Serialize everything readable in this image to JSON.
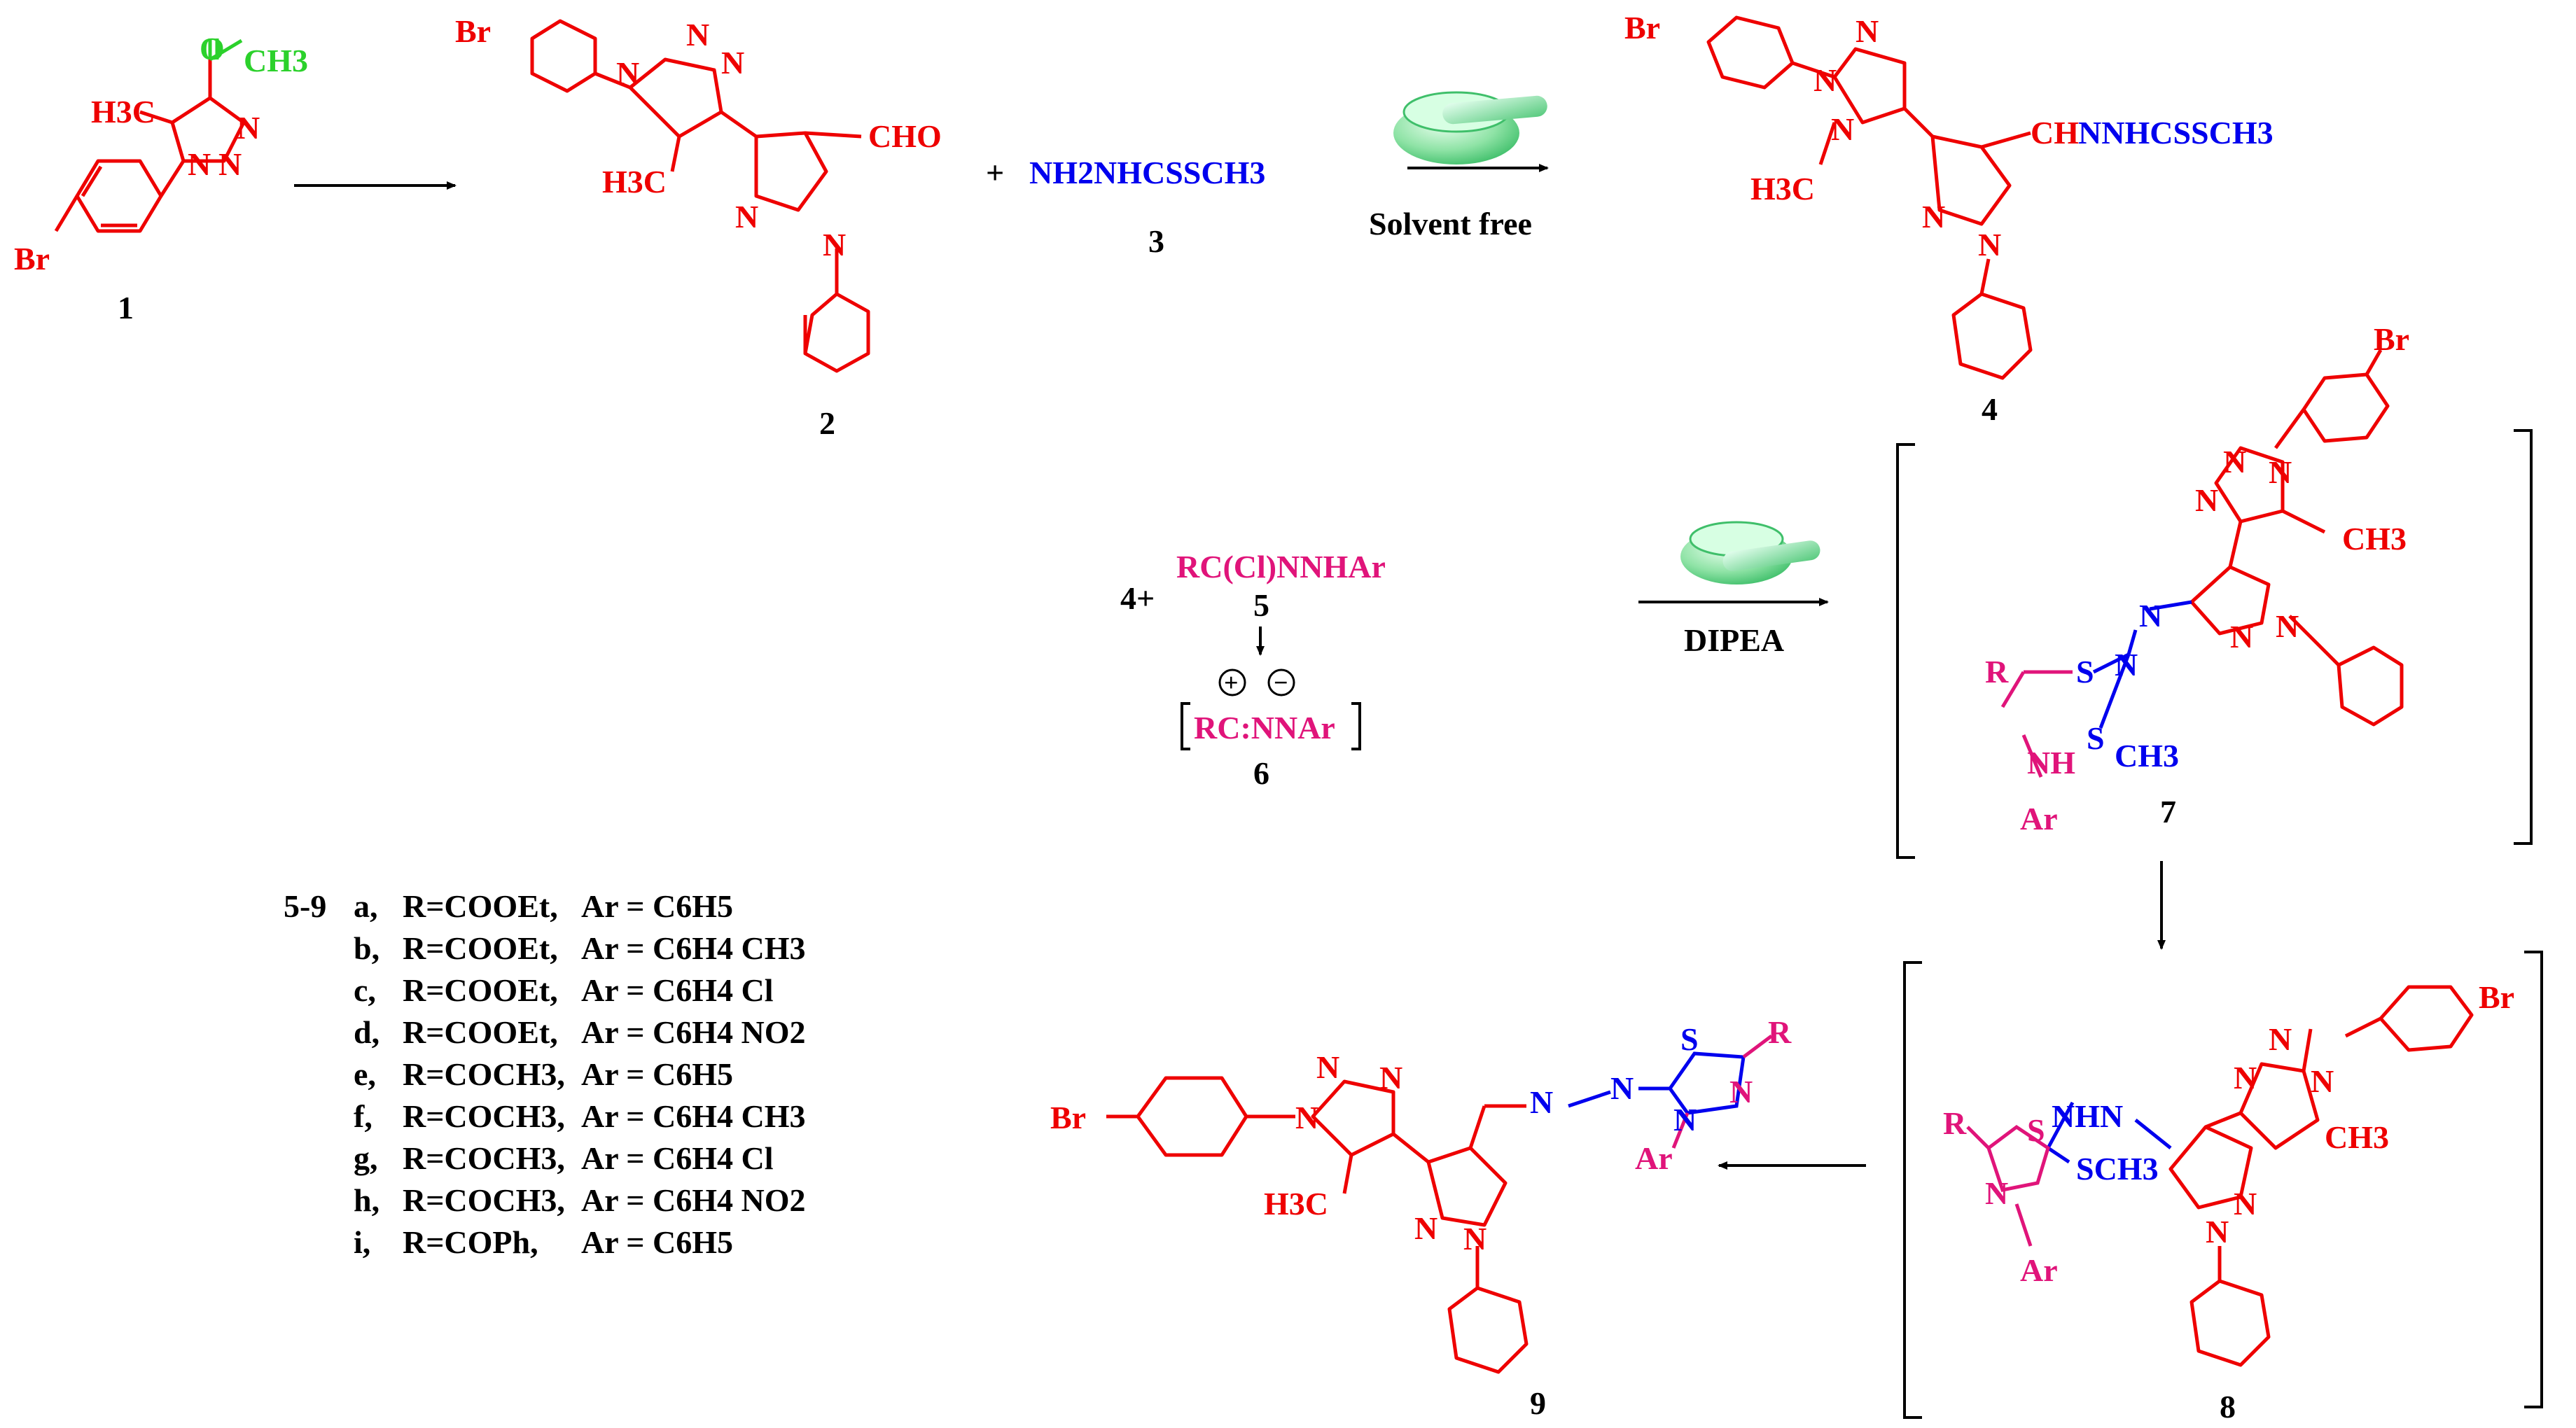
{
  "colors": {
    "red": "#ee0000",
    "blue": "#0000ee",
    "pink": "#e0147a",
    "green": "#2bd12b",
    "black": "#000000"
  },
  "compounds": {
    "c1": {
      "number": "1",
      "atoms": {
        "br": "Br",
        "ch3_top": "CH3",
        "o": "O",
        "h3c": "H3C",
        "n_a": "N",
        "n_b": "N",
        "n_c": "N"
      }
    },
    "c2": {
      "number": "2",
      "atoms": {
        "br": "Br",
        "cho": "CHO",
        "h3c": "H3C",
        "n_a": "N",
        "n_b": "N",
        "n_c": "N",
        "n_d": "N",
        "n_e": "N"
      }
    },
    "c3": {
      "number": "3",
      "formula": "NH2NHCSSCH3"
    },
    "c4": {
      "number": "4",
      "atoms": {
        "br": "Br",
        "chn": "CH",
        "side": "NNHCSSCH3",
        "h3c": "H3C",
        "n_a": "N",
        "n_b": "N",
        "n_c": "N",
        "n_d": "N",
        "n_e": "N"
      }
    },
    "c5": {
      "number": "5",
      "formula": "RC(Cl)NNHAr"
    },
    "c6": {
      "number": "6",
      "formula": "RC:NNAr",
      "charges": [
        "+",
        "−"
      ]
    },
    "c7": {
      "number": "7",
      "atoms": {
        "br": "Br",
        "ch3": "CH3",
        "r": "R",
        "s1": "S",
        "s2": "S",
        "sch3": "CH3",
        "nh": "NH",
        "ar": "Ar",
        "n_a": "N",
        "n_b": "N",
        "n_c": "N",
        "n_d": "N",
        "n_e": "N",
        "n_f": "N",
        "n_g": "N"
      }
    },
    "c8": {
      "number": "8",
      "atoms": {
        "br": "Br",
        "ch3": "CH3",
        "r": "R",
        "s": "S",
        "nhn": "NHN",
        "sch3": "SCH3",
        "ar": "Ar",
        "n_a": "N",
        "n_b": "N",
        "n_c": "N",
        "n_d": "N",
        "n_e": "N",
        "n_f": "N"
      }
    },
    "c9": {
      "number": "9",
      "atoms": {
        "br": "Br",
        "h3c": "H3C",
        "r": "R",
        "s": "S",
        "ar": "Ar",
        "n_a": "N",
        "n_b": "N",
        "n_c": "N",
        "n_d": "N",
        "n_e": "N",
        "n_f": "N",
        "n_g": "N",
        "n_h": "N",
        "n_i": "N"
      }
    }
  },
  "steps": {
    "plus": "+",
    "reagent_plus": "4+",
    "step1_condition": "Solvent free",
    "step2_condition": "DIPEA"
  },
  "substituents": {
    "header": "5-9",
    "rows": [
      {
        "key": "a,",
        "r": "R=COOEt,",
        "ar": "Ar = C6H5"
      },
      {
        "key": "b,",
        "r": "R=COOEt,",
        "ar": "Ar = C6H4 CH3"
      },
      {
        "key": "c,",
        "r": "R=COOEt,",
        "ar": "Ar = C6H4 Cl"
      },
      {
        "key": "d,",
        "r": "R=COOEt,",
        "ar": "Ar = C6H4 NO2"
      },
      {
        "key": "e,",
        "r": "R=COCH3,",
        "ar": "Ar = C6H5"
      },
      {
        "key": "f,",
        "r": "R=COCH3,",
        "ar": "Ar = C6H4 CH3"
      },
      {
        "key": "g,",
        "r": "R=COCH3,",
        "ar": "Ar = C6H4 Cl"
      },
      {
        "key": "h,",
        "r": "R=COCH3,",
        "ar": "Ar = C6H4 NO2"
      },
      {
        "key": "i,",
        "r": "R=COPh,",
        "ar": "Ar = C6H5"
      }
    ]
  }
}
